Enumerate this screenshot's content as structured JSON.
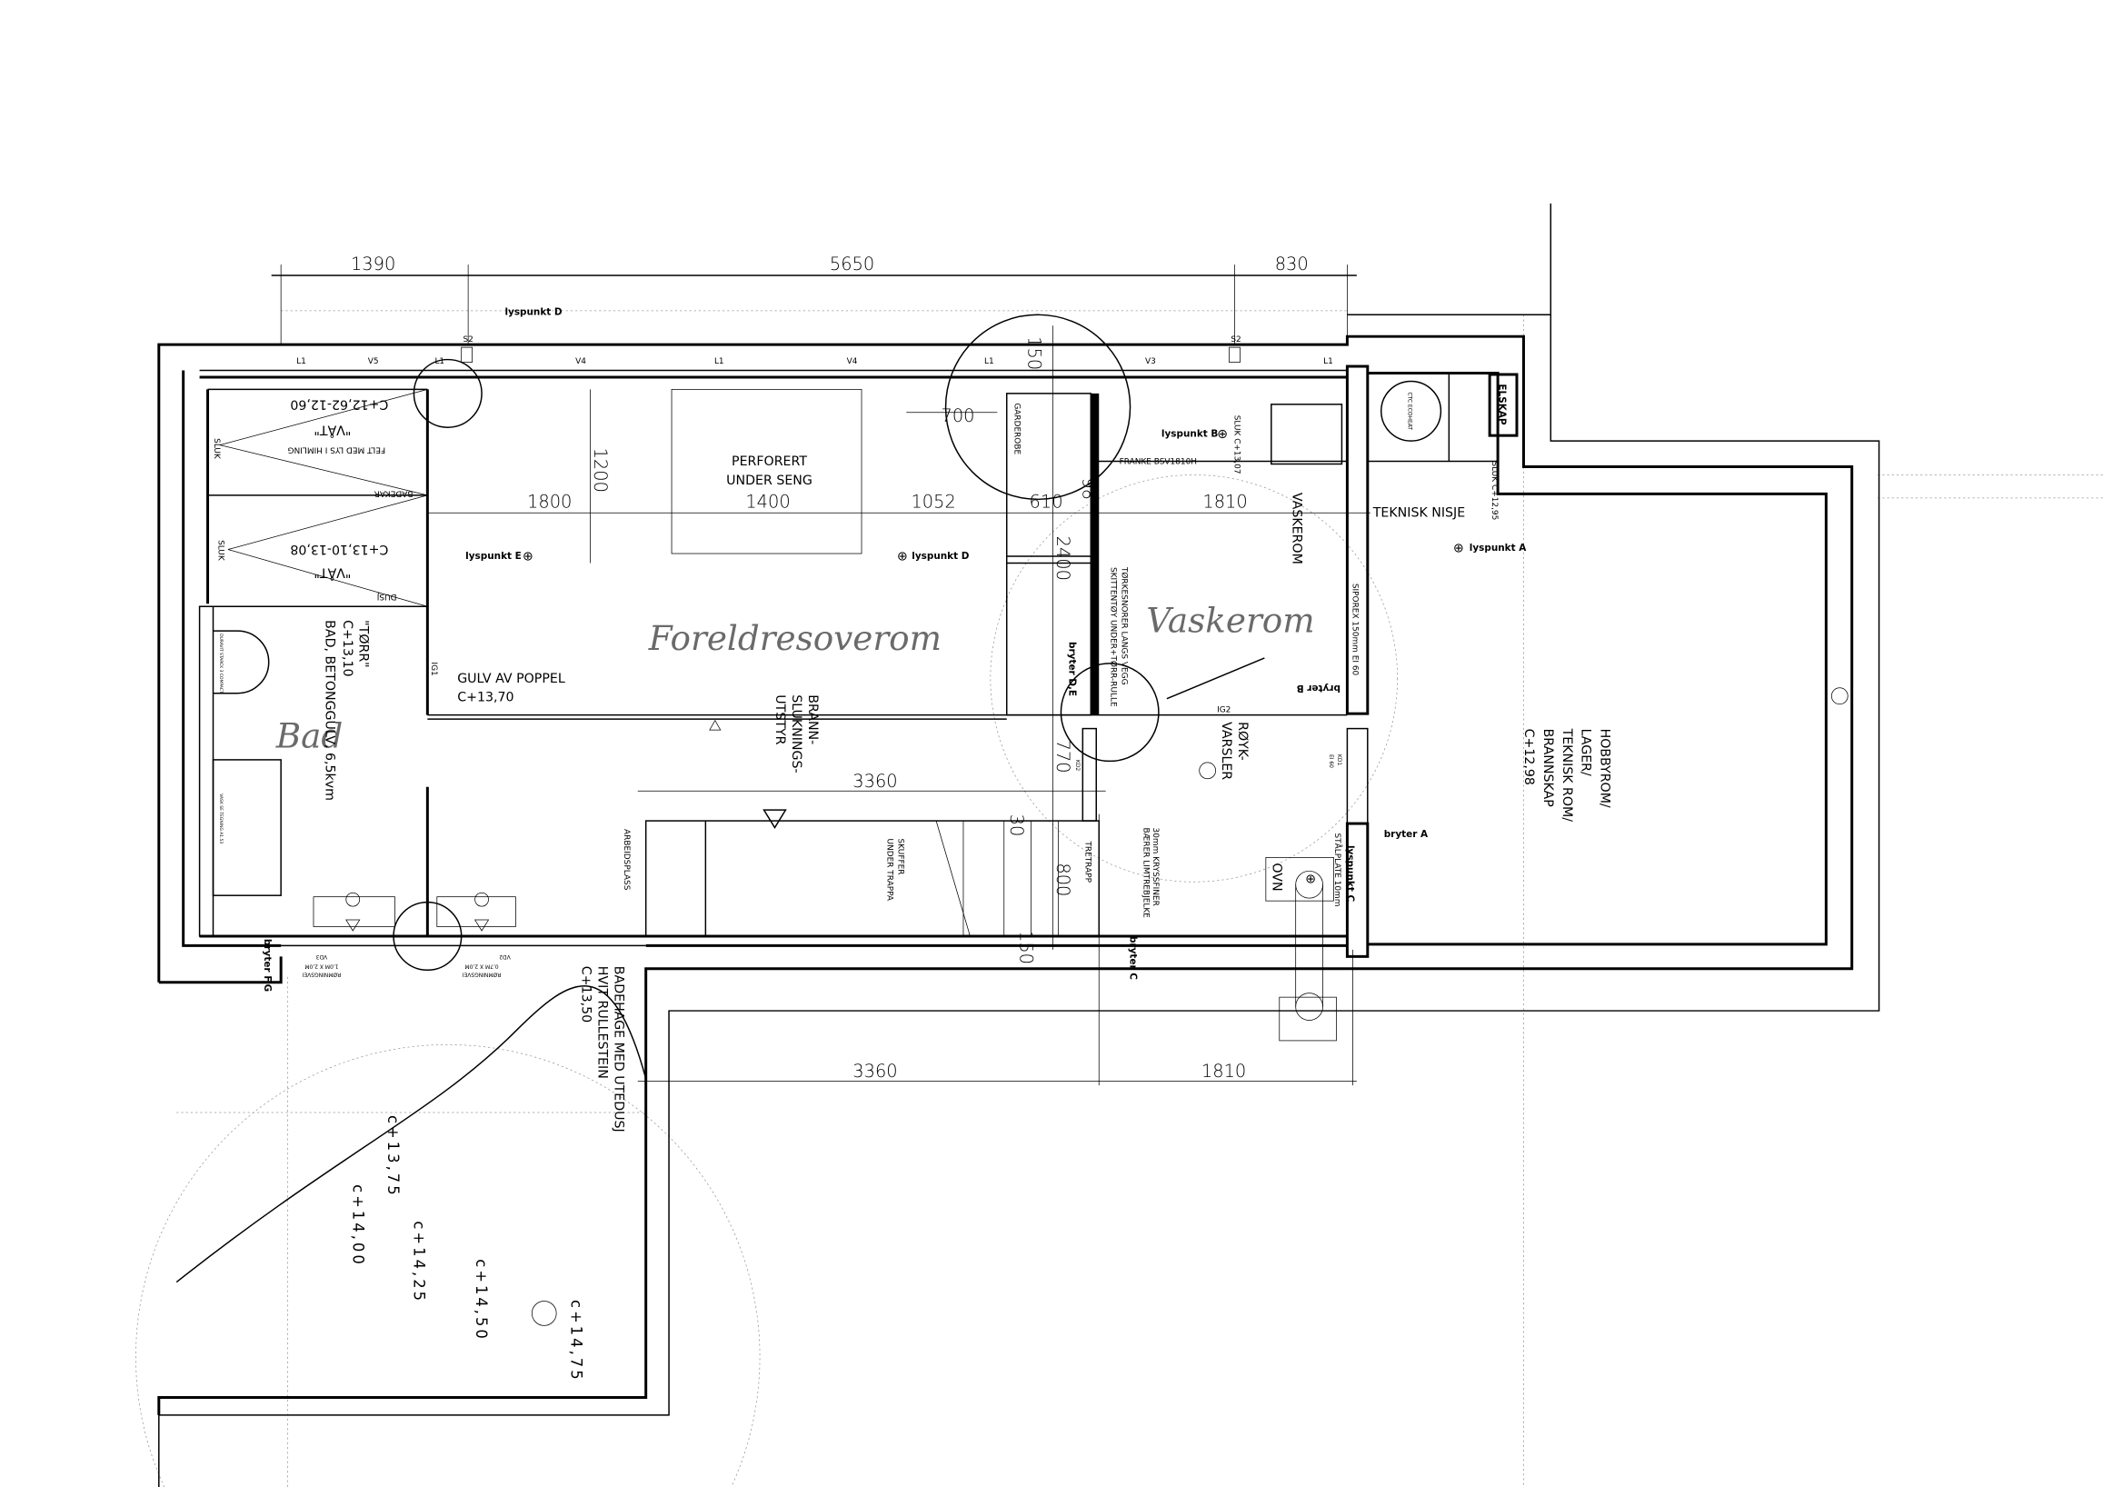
{
  "dimensions": {
    "top": [
      "1390",
      "5650",
      "830"
    ],
    "middle": [
      "1800",
      "1400",
      "1052",
      "610",
      "98",
      "1810"
    ],
    "v1200": "1200",
    "v150": "150",
    "v700": "700",
    "v2400": "2400",
    "v770": "770",
    "v30": "30",
    "v800": "800",
    "v150b": "150",
    "stair": "3360",
    "bottom": [
      "3360",
      "1810"
    ]
  },
  "windows": [
    "L1",
    "V5",
    "L1",
    "V4",
    "L1",
    "V4",
    "L1",
    "V3",
    "L1"
  ],
  "sockets": [
    "S2",
    "S2"
  ],
  "rooms": {
    "bedroom": "Foreldresoverom",
    "laundry": "Vaskerom",
    "bath": "Bad"
  },
  "lights": {
    "d_top": "lyspunkt D",
    "b": "lyspunkt B",
    "e": "lyspunkt E",
    "d": "lyspunkt D",
    "a": "lyspunkt A",
    "c": "lyspunkt C"
  },
  "switches": {
    "b": "bryter B",
    "de": "bryter D,E",
    "a": "bryter A",
    "c": "bryter C",
    "fg": "bryter F,G"
  },
  "bath": {
    "wet1_level": "C+12,62-12,60",
    "wet1": "\"VÅT\"",
    "ceiling": "FELT MED LYS I HIMLING",
    "tub": "BADEKAR",
    "wet2_level": "C+13,10-13,08",
    "wet2": "\"VÅT\"",
    "shower": "DUSJ",
    "dry": "\"TØRR\"",
    "dry_level": "C+13,10",
    "floor": "BAD, BETONGGULV, 6,5kvm",
    "drain": "SLUK",
    "toilet": "DURAVIT STARCK 3 COMPACT",
    "sink": "VASK SE TEGNING A1.53"
  },
  "bedroom": {
    "perf1": "PERFORERT",
    "perf2": "UNDER SENG",
    "floor": "GULV AV POPPEL",
    "floor_level": "C+13,70",
    "ig1": "IG1",
    "wardrobe": "GARDEROBE",
    "fire1": "BRANN-",
    "fire2": "SLUKNINGS-",
    "fire3": "UTSTYR",
    "workspace": "ARBEIDSPLASS"
  },
  "laundry": {
    "drain": "SLUK C+13,07",
    "sink": "FRANKE BSV1810H",
    "label": "VASKEROM",
    "lines1": "TØRKESNORER LANGS VEGG",
    "lines2": "SKITTENTØY UNDER+TØRR-RULLE",
    "ig2": "IG2",
    "wall": "SIPOREX 150mm EI 60"
  },
  "hall": {
    "smoke1": "RØYK-",
    "smoke2": "VARSLER",
    "kd2": "KD2",
    "kd1": "KD1",
    "kd1_rating": "EI 60",
    "drawers1": "SKUFFER",
    "drawers2": "UNDER TRAPPA",
    "stair": "TRETRAPP",
    "beam1": "30mm KRYSSFINER",
    "beam2": "BÆRER LIMTREBJELKE",
    "oven": "OVN",
    "plate": "STÅLPLATE 10mm"
  },
  "technical": {
    "niche": "TEKNISK NISJE",
    "drain": "SLUK C+12,95",
    "heater": "CTC ECOHEAT",
    "panel": "ELSKAP",
    "room": [
      "HOBBYROM/",
      "LAGER/",
      "TEKNISK ROM/",
      "BRANNSKAP",
      "C+12,98"
    ]
  },
  "exits": {
    "vd3": "VD3",
    "vd3_label": "RØMNINGSVEI",
    "vd3_size": "1,0M X 2,0M",
    "vd2": "VD2",
    "vd2_label": "RØMNINGSVEI",
    "vd2_size": "0,7M X 2,0M"
  },
  "garden": {
    "title": "BADEHAGE MED UTEDUSJ",
    "surface": "HVIT RULLESTEIN",
    "level": "C+13,50",
    "levels": [
      "c+13,75",
      "c+14,00",
      "c+14,25",
      "c+14,50",
      "c+14,75"
    ]
  }
}
